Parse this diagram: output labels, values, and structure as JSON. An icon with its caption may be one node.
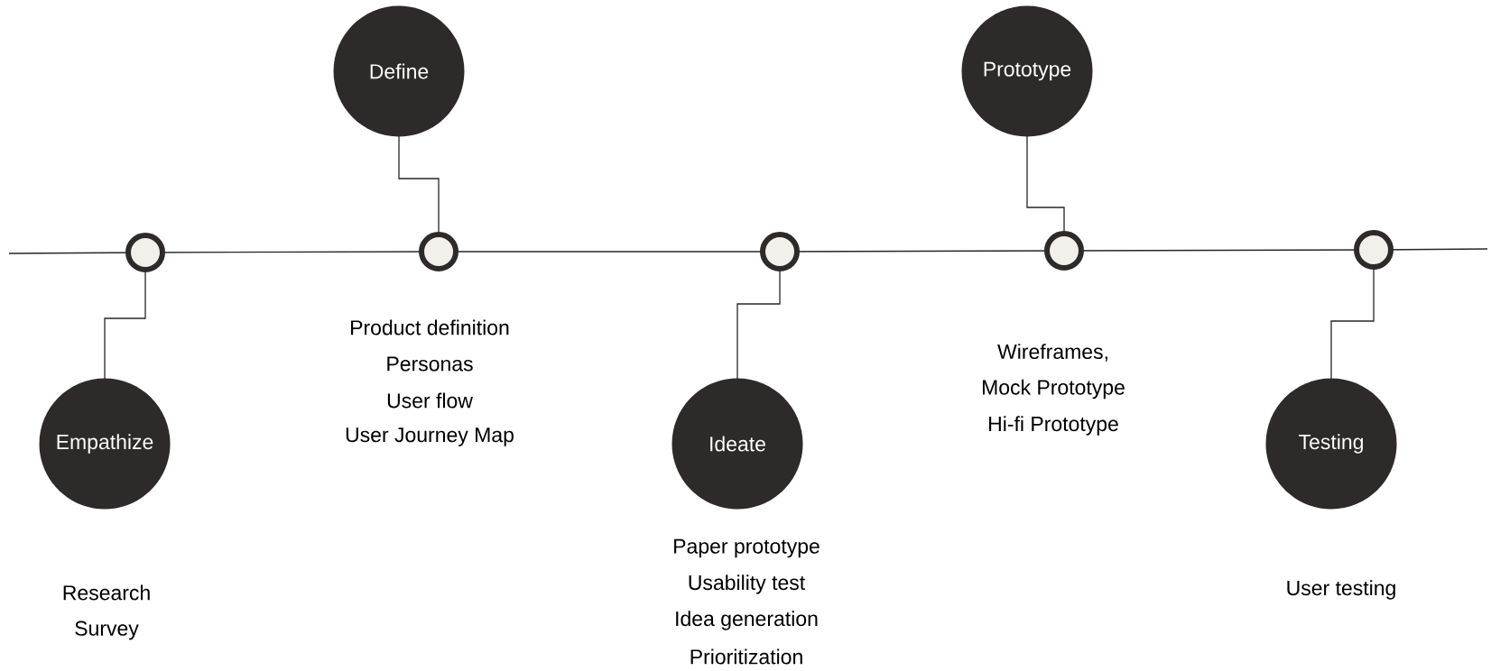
{
  "diagram": {
    "nodes": [
      {
        "text": [
          "Empathize"
        ],
        "beside": [
          "Research",
          "Survey"
        ]
      },
      {
        "text": [
          "Define"
        ],
        "beside": [
          "Product definition",
          "Personas",
          "User flow",
          "User Journey Map"
        ]
      },
      {
        "text": [
          "Ideate"
        ],
        "beside": [
          "Paper prototype",
          "Usability test",
          "Idea generation",
          "Prioritization"
        ]
      },
      {
        "text": [
          "Prototype"
        ],
        "beside": [
          "Wireframes,",
          "Mock Prototype",
          "Hi-fi Prototype"
        ]
      },
      {
        "text": [
          "Testing"
        ],
        "beside": [
          "User testing"
        ]
      },
      {
        "text": [],
        "shape": "circle"
      },
      {
        "text": [],
        "shape": "circle"
      },
      {
        "text": [],
        "shape": "circle"
      },
      {
        "text": [],
        "shape": "circle"
      },
      {
        "text": [],
        "shape": "circle"
      }
    ],
    "edges": [
      {
        "from": null,
        "to": 5,
        "arrow": "none"
      },
      {
        "from": 5,
        "to": 6,
        "arrow": "none"
      },
      {
        "from": 6,
        "to": 7,
        "arrow": "none"
      },
      {
        "from": 7,
        "to": 8,
        "arrow": "none"
      },
      {
        "from": 8,
        "to": 9,
        "arrow": "none"
      },
      {
        "from": 9,
        "to": null,
        "arrow": "none"
      },
      {
        "from": 5,
        "to": 0,
        "arrow": "none"
      },
      {
        "from": 6,
        "to": 1,
        "arrow": "none"
      },
      {
        "from": 7,
        "to": 2,
        "arrow": "none"
      },
      {
        "from": 8,
        "to": 3,
        "arrow": "none"
      },
      {
        "from": 9,
        "to": 4,
        "arrow": "none"
      }
    ]
  }
}
